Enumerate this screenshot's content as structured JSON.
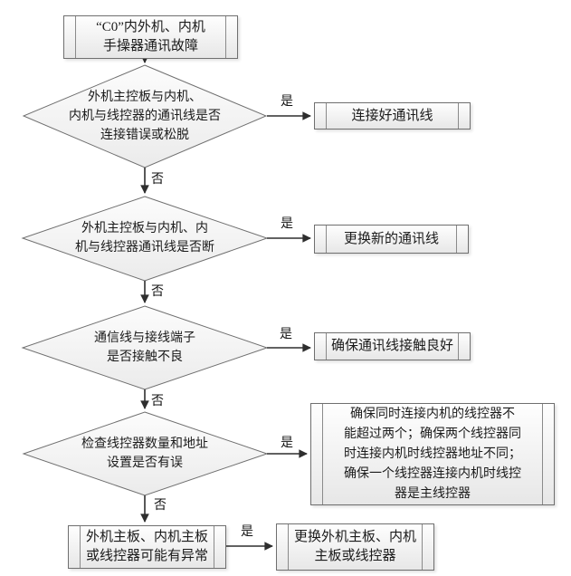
{
  "diagram": {
    "type": "flowchart",
    "labels": {
      "yes": "是",
      "no": "否"
    },
    "nodes": {
      "start": {
        "shape": "predefined-process",
        "text": "“C0”内外机、内机\n手操器通讯故障"
      },
      "check_connection": {
        "shape": "decision",
        "text": "外机主控板与内机、\n内机与线控器的通讯线是否\n连接错误或松脱"
      },
      "fix_connection": {
        "shape": "predefined-process",
        "text": "连接好通讯线"
      },
      "check_broken": {
        "shape": "decision",
        "text": "外机主控板与内机、内\n机与线控器通讯线是否断"
      },
      "replace_wire": {
        "shape": "predefined-process",
        "text": "更换新的通讯线"
      },
      "check_contact": {
        "shape": "decision",
        "text": "通信线与接线端子\n是否接触不良"
      },
      "ensure_contact": {
        "shape": "predefined-process",
        "text": "确保通讯线接触良好"
      },
      "check_address": {
        "shape": "decision",
        "text": "检查线控器数量和地址\n设置是否有误"
      },
      "fix_address": {
        "shape": "predefined-process",
        "text": "确保同时连接内机的线控器不\n能超过两个；确保两个线控器同\n时连接内机时线控器地址不同；\n确保一个线控器连接内机时线控\n器是主线控器"
      },
      "board_abnormal": {
        "shape": "predefined-process",
        "text": "外机主板、内机主板\n或线控器可能有异常"
      },
      "replace_board": {
        "shape": "predefined-process",
        "text": "更换外机主板、内机\n主板或线控器"
      }
    },
    "edges": [
      {
        "from": "start",
        "to": "check_connection",
        "label": ""
      },
      {
        "from": "check_connection",
        "to": "fix_connection",
        "label": "是"
      },
      {
        "from": "check_connection",
        "to": "check_broken",
        "label": "否"
      },
      {
        "from": "check_broken",
        "to": "replace_wire",
        "label": "是"
      },
      {
        "from": "check_broken",
        "to": "check_contact",
        "label": "否"
      },
      {
        "from": "check_contact",
        "to": "ensure_contact",
        "label": "是"
      },
      {
        "from": "check_contact",
        "to": "check_address",
        "label": "否"
      },
      {
        "from": "check_address",
        "to": "fix_address",
        "label": "是"
      },
      {
        "from": "check_address",
        "to": "board_abnormal",
        "label": "否"
      },
      {
        "from": "board_abnormal",
        "to": "replace_board",
        "label": "是"
      }
    ],
    "colors": {
      "node_fill_top": "#fefefe",
      "node_fill_bottom": "#e7e7e7",
      "node_border": "#6f6f6f",
      "line": "#2e2e2e",
      "text": "#1b1b1b",
      "background": "#ffffff"
    }
  }
}
